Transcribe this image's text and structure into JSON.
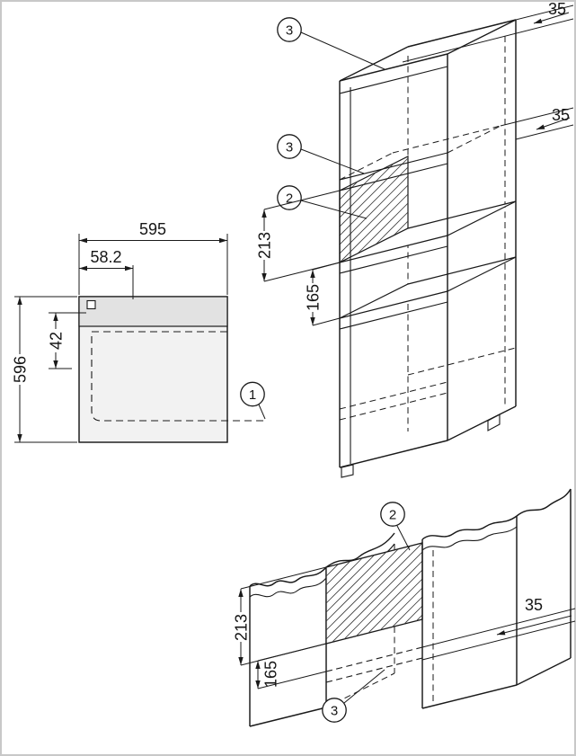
{
  "colors": {
    "line": "#1a1a1a",
    "panel_fill": "#e2e2e2",
    "body_fill": "#f2f2f2",
    "frame": "#c8c8c8",
    "background": "#ffffff"
  },
  "front_view": {
    "width_mm": "595",
    "side_offset_mm": "58.2",
    "top_offset_mm": "42",
    "height_mm": "596",
    "callout_cutout": "1"
  },
  "column_view": {
    "callout_top_panel": "3",
    "top_rear_gap_mm": "35",
    "shelf_rear_gap_mm": "35",
    "callout_shelf": "3",
    "callout_appliance": "2",
    "niche_height_mm": "213",
    "lower_compartment_mm": "165"
  },
  "base_view": {
    "callout_appliance": "2",
    "rear_gap_mm": "35",
    "niche_height_mm": "213",
    "lower_compartment_mm": "165",
    "callout_shelf": "3"
  }
}
